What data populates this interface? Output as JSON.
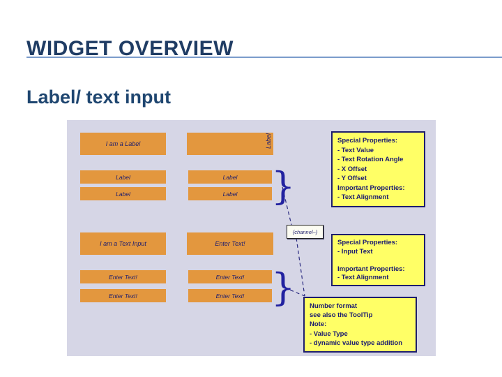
{
  "slide": {
    "title": "WIDGET OVERVIEW",
    "subtitle": "Label/ text input"
  },
  "colors": {
    "title_text": "#1F3C64",
    "title_rule": "#7B9CCB",
    "panel_background": "#D6D6E6",
    "widget_orange": "#E3973E",
    "note_yellow": "#FFFF66",
    "ink_navy": "#1E1E6E",
    "brace_blue": "#2222A0"
  },
  "diagram": {
    "label_demo": "I am a Label",
    "vertical_label": "Label",
    "label_small": "Label",
    "input_demo": "I am a Text Input",
    "enter_text": "Enter Text!",
    "channel_ref": "{channel–}",
    "brace": "}",
    "notes": {
      "label_props": [
        "Special Properties:",
        "- Text Value",
        "- Text Rotation Angle",
        "- X Offset",
        "- Y Offset",
        "Important Properties:",
        "- Text Alignment"
      ],
      "input_props": [
        "Special Properties:",
        "- Input Text",
        "",
        "Important Properties:",
        "- Text Alignment"
      ],
      "number_note": [
        "Number format",
        "see also the ToolTip",
        "Note:",
        "- Value Type",
        "- dynamic value type addition"
      ]
    }
  }
}
